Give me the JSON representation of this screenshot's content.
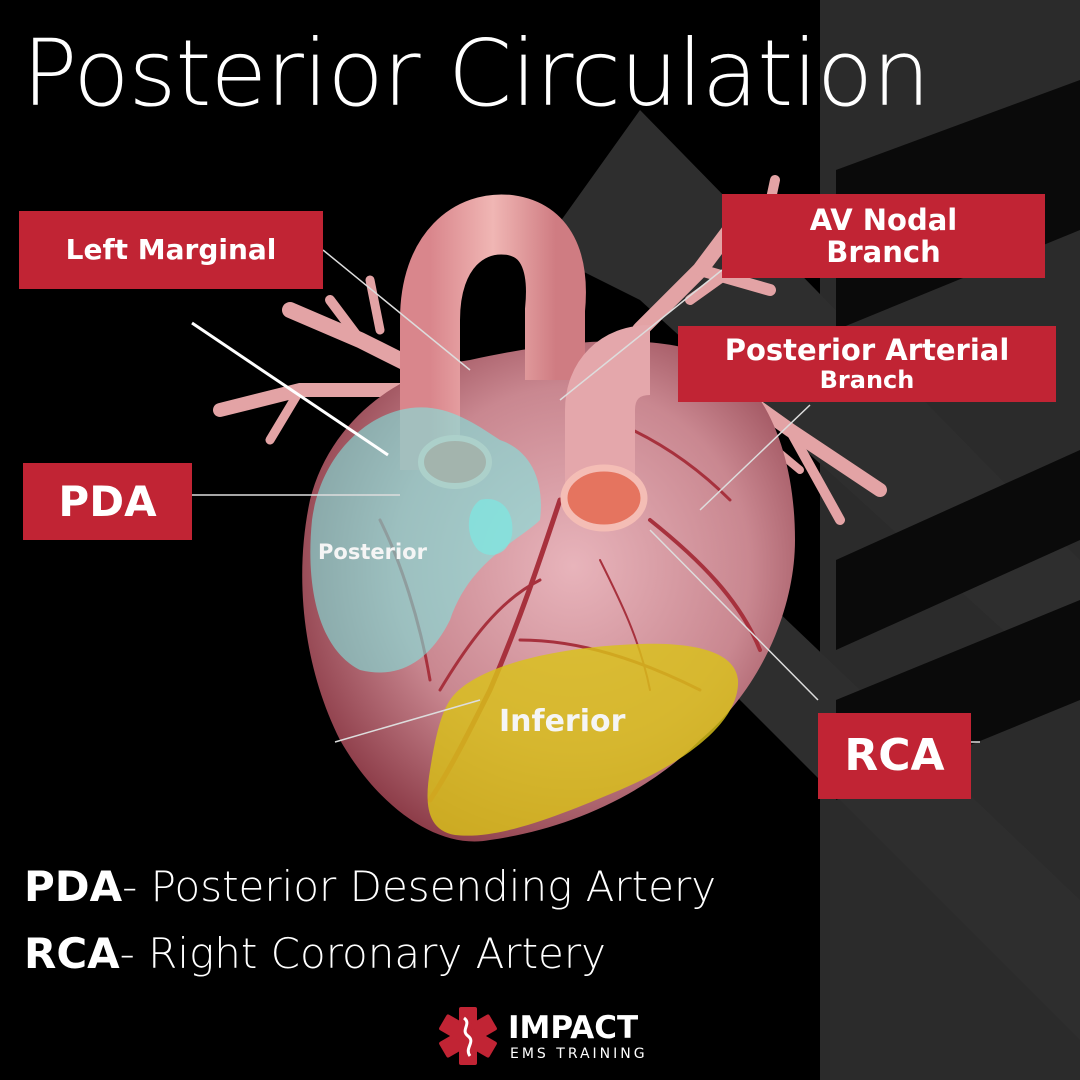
{
  "title": "Posterior Circulation",
  "labels": {
    "left_marginal": "Left Marginal",
    "av_nodal": {
      "line1": "AV Nodal",
      "line2": "Branch"
    },
    "posterior_arterial": {
      "line1": "Posterior Arterial",
      "line2": "Branch"
    },
    "pda": "PDA",
    "rca": "RCA"
  },
  "regions": {
    "posterior": "Posterior",
    "inferior": "Inferior"
  },
  "legend": [
    {
      "abbr": "PDA",
      "text": "- Posterior Desending Artery"
    },
    {
      "abbr": "RCA",
      "text": "- Right Coronary Artery"
    }
  ],
  "brand": {
    "name": "IMPACT",
    "tagline": "EMS TRAINING"
  },
  "colors": {
    "background": "#000000",
    "label_red": "#c12434",
    "posterior_region": "#7fe6e0",
    "inferior_region": "#d9c21a",
    "heart": "#d99aa3"
  }
}
